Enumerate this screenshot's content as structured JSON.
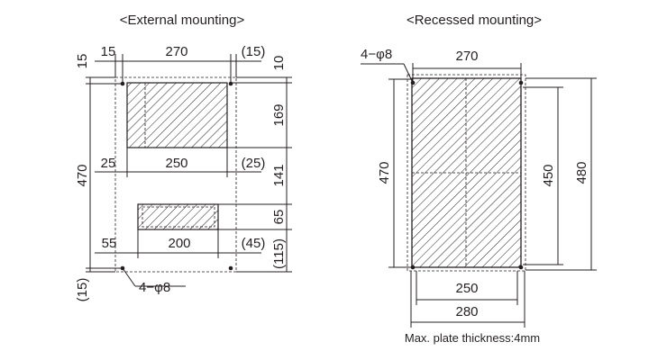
{
  "titles": {
    "external": "<External mounting>",
    "recessed": "<Recessed mounting>"
  },
  "external": {
    "top_left": "15",
    "top_width": "270",
    "top_right": "(15)",
    "left_top": "15",
    "right_top": "10",
    "cutout1_height": "169",
    "cutout1_left": "25",
    "cutout1_width": "250",
    "cutout1_right": "(25)",
    "overall_height": "470",
    "gap_height": "141",
    "cutout2_height": "65",
    "cutout2_left": "55",
    "cutout2_width": "200",
    "cutout2_right": "(45)",
    "bottom_right": "(115)",
    "bottom_left": "(15)",
    "holes": "4−φ8"
  },
  "recessed": {
    "holes": "4−φ8",
    "top_width": "270",
    "height_left": "470",
    "height_inner": "450",
    "height_outer": "480",
    "bottom_inner": "250",
    "bottom_outer": "280",
    "note": "Max. plate thickness:4mm"
  }
}
